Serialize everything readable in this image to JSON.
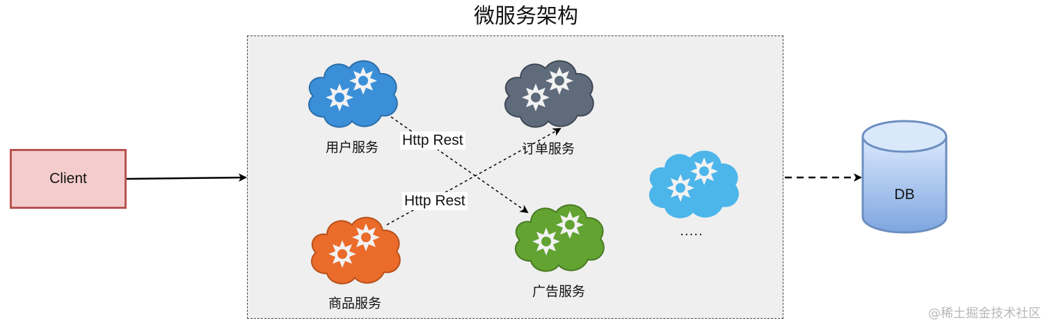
{
  "diagram": {
    "title": "微服务架构",
    "client": {
      "label": "Client"
    },
    "services": [
      {
        "id": "user",
        "label": "用户服务",
        "color": "#3a8fd8",
        "stroke": "#2b6ea8"
      },
      {
        "id": "order",
        "label": "订单服务",
        "color": "#5f6b7b",
        "stroke": "#3f4855"
      },
      {
        "id": "product",
        "label": "商品服务",
        "color": "#ea6b2a",
        "stroke": "#b8501a"
      },
      {
        "id": "ads",
        "label": "广告服务",
        "color": "#62a332",
        "stroke": "#477a22"
      },
      {
        "id": "more",
        "label": ".....",
        "color": "#4cb5ea",
        "stroke": "#4cb5ea"
      }
    ],
    "edges": [
      {
        "from": "client",
        "to": "container",
        "style": "solid",
        "label": ""
      },
      {
        "from": "user",
        "to": "ads",
        "style": "dotted",
        "label": "Http Rest"
      },
      {
        "from": "product",
        "to": "order",
        "style": "dotted",
        "label": "Http Rest"
      },
      {
        "from": "container",
        "to": "db",
        "style": "dashed",
        "label": ""
      }
    ],
    "database": {
      "label": "DB",
      "fill_top": "#dae8fc",
      "fill_bottom": "#7ea6e0",
      "stroke": "#6c8ebf"
    }
  },
  "watermark": "@稀土掘金技术社区",
  "colors": {
    "container_bg": "#efefef",
    "client_fill": "#f4cccc",
    "client_stroke": "#b85450"
  }
}
